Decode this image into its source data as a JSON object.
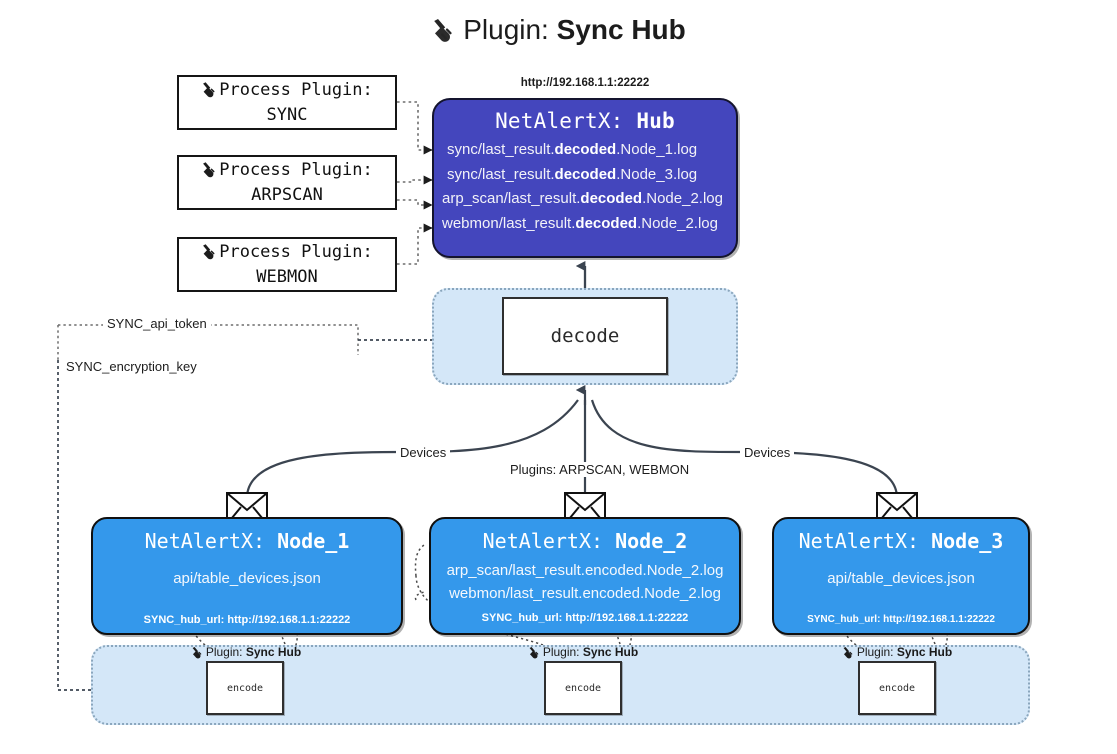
{
  "title": {
    "icon": "plug-icon",
    "prefix": "Plugin: ",
    "name": "Sync Hub"
  },
  "process_plugins": [
    {
      "line1": "Process Plugin:",
      "line2": "SYNC",
      "icon": "plug-icon"
    },
    {
      "line1": "Process Plugin:",
      "line2": "ARPSCAN",
      "icon": "plug-icon"
    },
    {
      "line1": "Process Plugin:",
      "line2": "WEBMON",
      "icon": "plug-icon"
    }
  ],
  "hub": {
    "url": "http://192.168.1.1:22222",
    "title_prefix": "NetAlertX: ",
    "title_name": "Hub",
    "logs": [
      {
        "pre": "sync/last_result.",
        "mid": "decoded",
        "post": ".Node_1.log"
      },
      {
        "pre": "sync/last_result.",
        "mid": "decoded",
        "post": ".Node_3.log"
      },
      {
        "pre": "arp_scan/last_result.",
        "mid": "decoded",
        "post": ".Node_2.log"
      },
      {
        "pre": "webmon/last_result.",
        "mid": "decoded",
        "post": ".Node_2.log"
      }
    ],
    "color": "#4446bd"
  },
  "decode": {
    "label": "decode"
  },
  "secrets": [
    {
      "label": "SYNC_api_token"
    },
    {
      "label": "SYNC_encryption_key"
    }
  ],
  "edge_labels": {
    "devices_left": "Devices",
    "devices_right": "Devices",
    "plugins_center": "Plugins: ARPSCAN, WEBMON"
  },
  "nodes": [
    {
      "title_prefix": "NetAlertX: ",
      "title_name": "Node_1",
      "lines": [
        "api/table_devices.json"
      ],
      "hub_url": "SYNC_hub_url: http://192.168.1.1:22222",
      "color": "#3498eb"
    },
    {
      "title_prefix": "NetAlertX: ",
      "title_name": "Node_2",
      "lines": [
        "arp_scan/last_result.encoded.Node_2.log",
        "webmon/last_result.encoded.Node_2.log"
      ],
      "hub_url": "SYNC_hub_url: http://192.168.1.1:22222",
      "color": "#3498eb"
    },
    {
      "title_prefix": "NetAlertX: ",
      "title_name": "Node_3",
      "lines": [
        "api/table_devices.json"
      ],
      "hub_url": "SYNC_hub_url: http://192.168.1.1:22222",
      "color": "#3498eb"
    }
  ],
  "encoders": [
    {
      "caption_prefix": "Plugin: ",
      "caption_name": "Sync Hub",
      "label": "encode",
      "icon": "plug-icon"
    },
    {
      "caption_prefix": "Plugin: ",
      "caption_name": "Sync Hub",
      "label": "encode",
      "icon": "plug-icon"
    },
    {
      "caption_prefix": "Plugin: ",
      "caption_name": "Sync Hub",
      "label": "encode",
      "icon": "plug-icon"
    }
  ]
}
